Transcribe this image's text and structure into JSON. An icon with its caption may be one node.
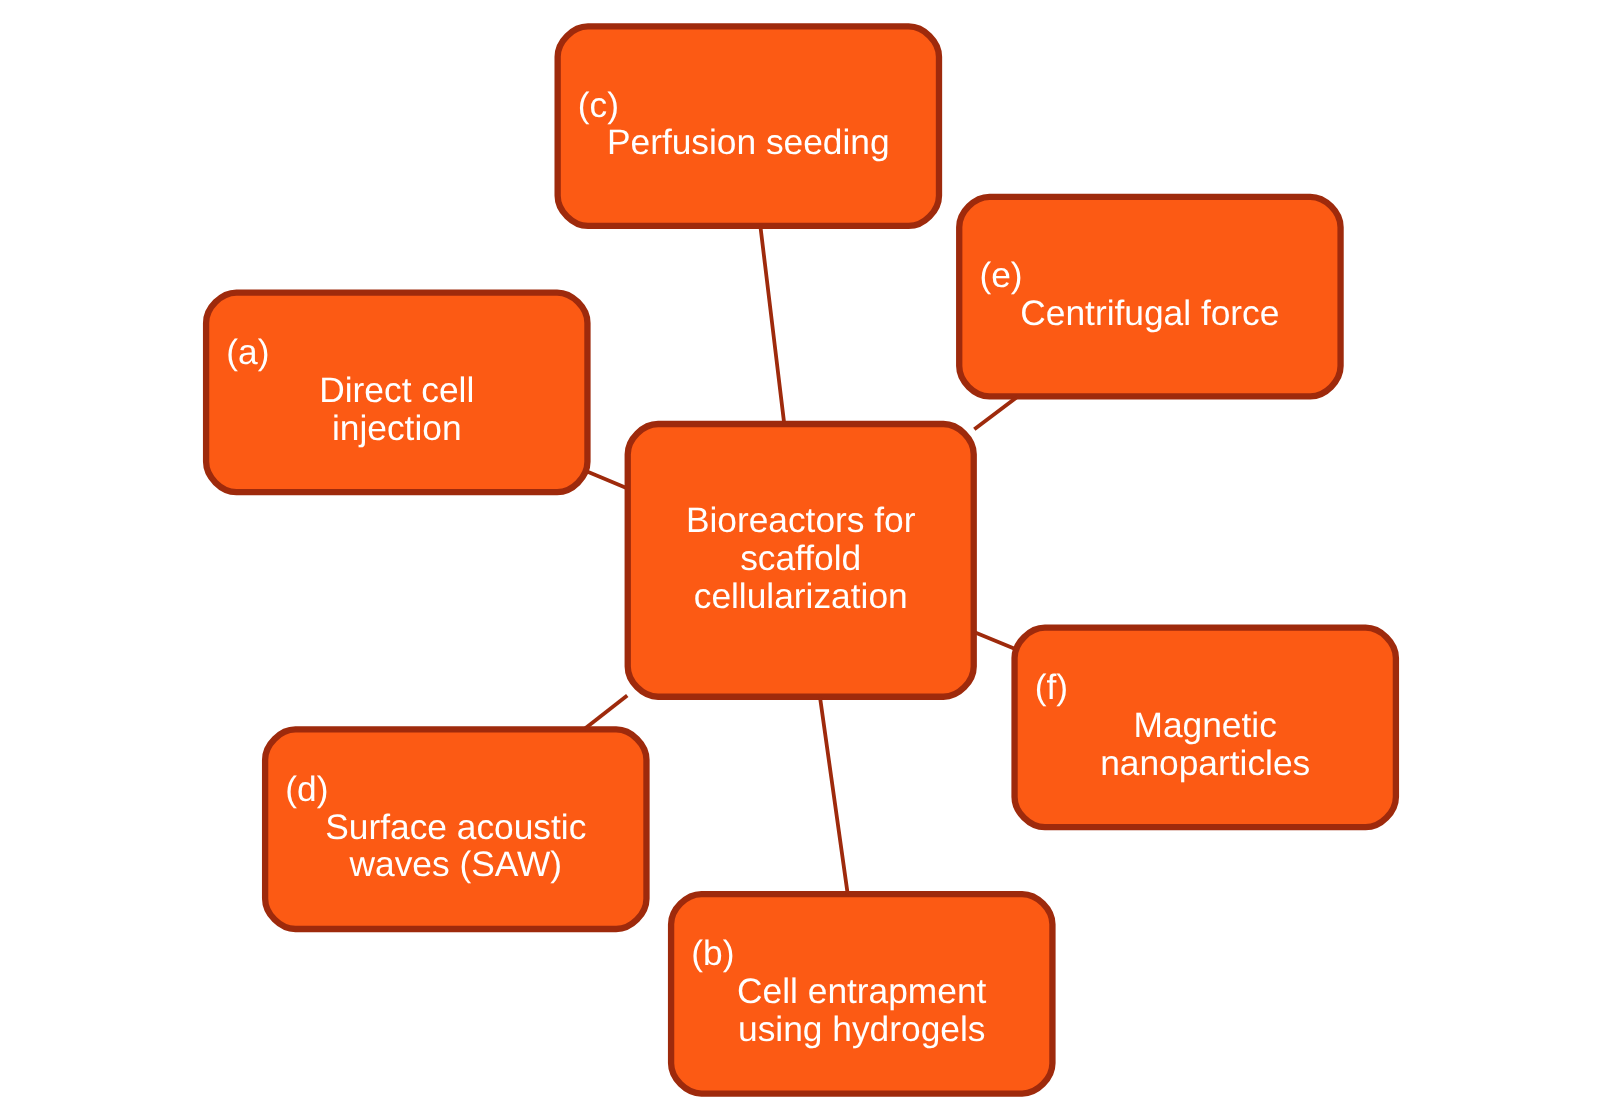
{
  "diagram": {
    "nodes": [
      {
        "text": [
          "(a)",
          "Direct cell injection"
        ]
      },
      {
        "text": [
          "(f)",
          "Magnetic nanoparticles"
        ]
      },
      {
        "text": [
          "(b)",
          "Cell entrapment using hydrogels"
        ]
      },
      {
        "text": [
          "Bioreactors for scaffold cellularization"
        ]
      },
      {
        "text": [
          "(e)",
          "Centrifugal force"
        ]
      },
      {
        "text": [
          "(c)",
          "Perfusion seeding"
        ]
      },
      {
        "text": [
          "(d)",
          "Surface acoustic waves (SAW)"
        ]
      }
    ],
    "edges": [
      {
        "from": 3,
        "to": 0,
        "arrow": "none"
      },
      {
        "from": 3,
        "to": 2,
        "arrow": "none"
      },
      {
        "from": 3,
        "to": 5,
        "arrow": "none"
      },
      {
        "from": 3,
        "to": 6,
        "arrow": "none"
      },
      {
        "from": 3,
        "to": 4,
        "arrow": "none"
      },
      {
        "from": 3,
        "to": 1,
        "arrow": "none"
      }
    ]
  }
}
